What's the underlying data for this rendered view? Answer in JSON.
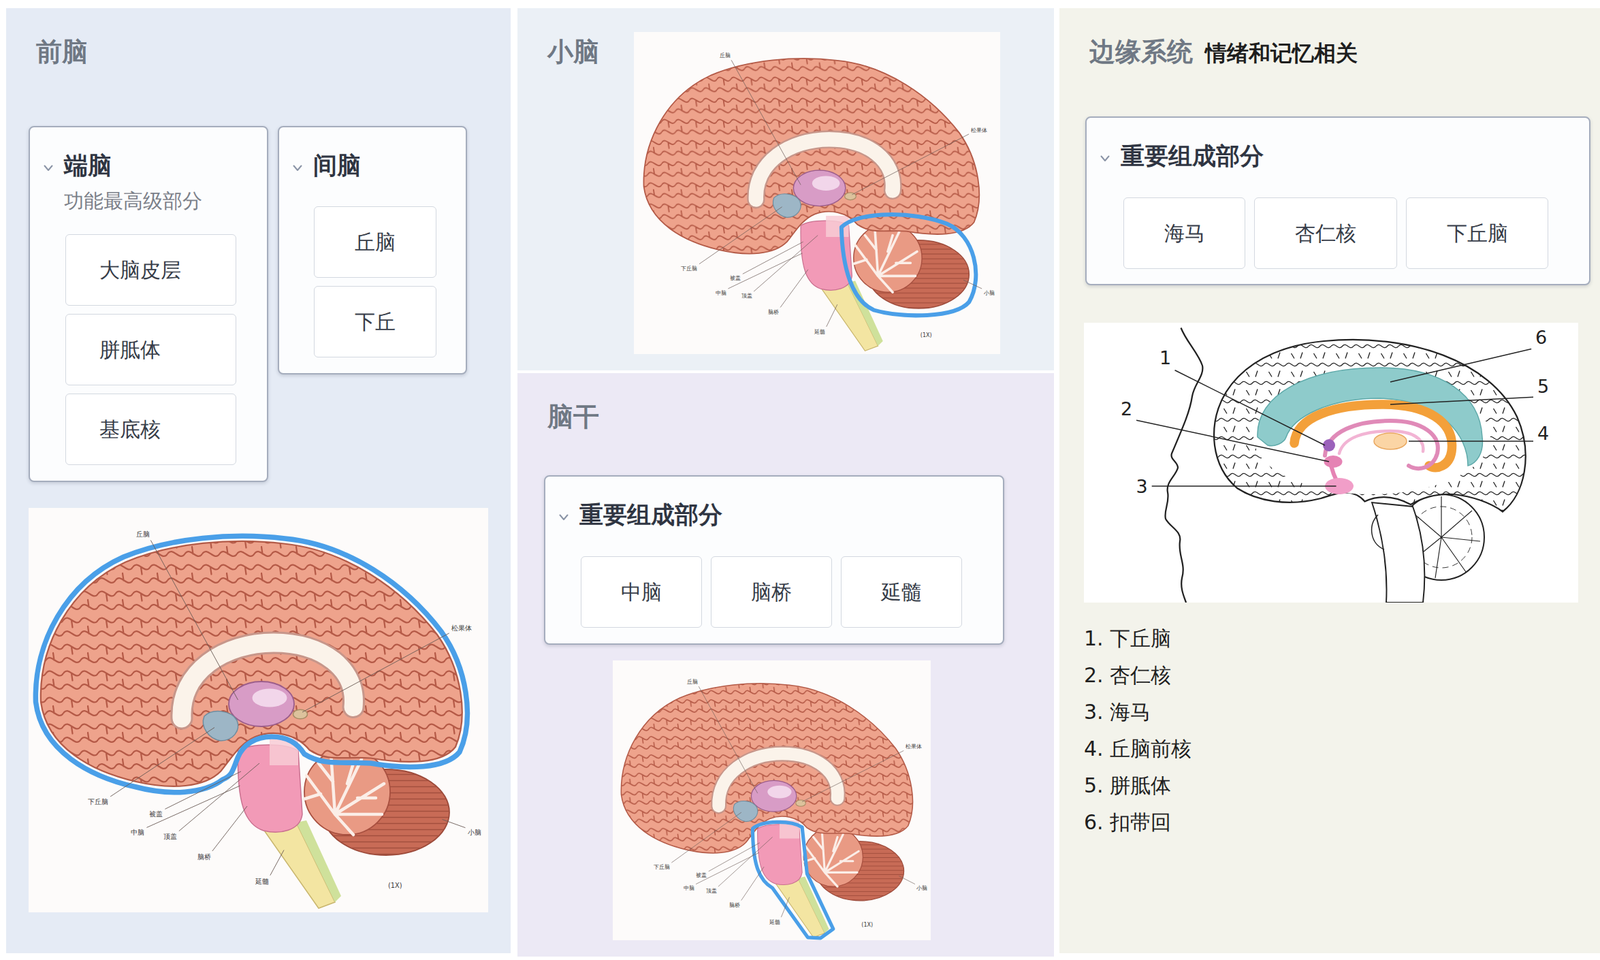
{
  "diagram": {
    "nodes": [
      {
        "text": [
          "前脑"
        ]
      },
      {
        "text": [
          "端脑",
          "功能最高级部分"
        ],
        "in": 0
      },
      {
        "text": [
          "大脑皮层"
        ],
        "in": 1
      },
      {
        "text": [
          "胼胝体"
        ],
        "in": 1
      },
      {
        "text": [
          "基底核"
        ],
        "in": 1
      },
      {
        "text": [
          "间脑"
        ],
        "in": 0
      },
      {
        "text": [
          "丘脑"
        ],
        "in": 5
      },
      {
        "text": [
          "下丘"
        ],
        "in": 5
      },
      {
        "text": [
          "小脑"
        ]
      },
      {
        "text": [
          "脑干"
        ]
      },
      {
        "text": [
          "重要组成部分"
        ],
        "in": 9
      },
      {
        "text": [
          "中脑"
        ],
        "in": 10
      },
      {
        "text": [
          "脑桥"
        ],
        "in": 10
      },
      {
        "text": [
          "延髓"
        ],
        "in": 10
      },
      {
        "text": [
          "边缘系统",
          "情绪和记忆相关"
        ]
      },
      {
        "text": [
          "重要组成部分"
        ],
        "in": 14
      },
      {
        "text": [
          "海马"
        ],
        "in": 15
      },
      {
        "text": [
          "杏仁核"
        ],
        "in": 15
      },
      {
        "text": [
          "下丘脑"
        ],
        "in": 15
      }
    ],
    "labels": [
      "丘脑",
      "松果体",
      "下丘脑",
      "被盖",
      "中脑",
      "顶盖",
      "脑桥",
      "延髓",
      "小脑",
      "(1X)",
      "丘脑",
      "松果体",
      "下丘脑",
      "被盖",
      "中脑",
      "顶盖",
      "脑桥",
      "延髓",
      "小脑",
      "(1X)",
      "丘脑",
      "松果体",
      "下丘脑",
      "被盖",
      "中脑",
      "顶盖",
      "脑桥",
      "延髓",
      "小脑",
      "(1X)",
      "1",
      "2",
      "3",
      "4",
      "5",
      "6",
      "1. 下丘脑",
      "2. 杏仁核",
      "3. 海马",
      "4. 丘脑前核",
      "5. 胼胝体",
      "6. 扣带回"
    ]
  }
}
